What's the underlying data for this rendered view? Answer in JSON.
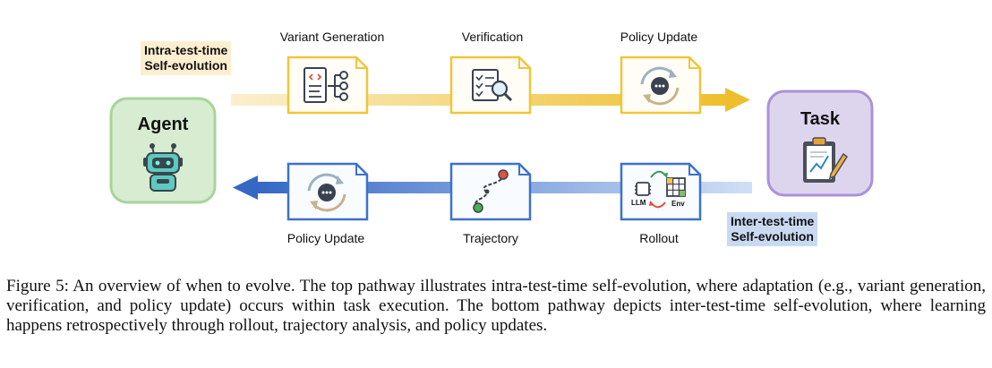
{
  "top_pathway": {
    "label_line1": "Intra-test-time",
    "label_line2": "Self-evolution",
    "steps": [
      "Variant Generation",
      "Verification",
      "Policy Update"
    ],
    "color": "#f0c53a",
    "tag_bg": "#fdeed0"
  },
  "bottom_pathway": {
    "label_line1": "Inter-test-time",
    "label_line2": "Self-evolution",
    "steps": [
      "Policy Update",
      "Trajectory",
      "Rollout"
    ],
    "color": "#3d72c9",
    "tag_bg": "#c9d9f2"
  },
  "agent": {
    "title": "Agent",
    "icon": "robot-icon",
    "color": "#d5ebcf",
    "border": "#9fd091"
  },
  "task": {
    "title": "Task",
    "icon": "clipboard-chart-icon",
    "color": "#ddd4ec",
    "border": "#a98fd6"
  },
  "icons": {
    "variant": "code-branch-icon",
    "verification": "checklist-magnifier-icon",
    "policy": "gear-cycle-icon",
    "trajectory": "path-icon",
    "rollout": "llm-env-icon"
  },
  "rollout_icon_text": {
    "llm": "LLM",
    "env": "Env"
  },
  "caption": "Figure 5: An overview of when to evolve. The top pathway illustrates intra-test-time self-evolution, where adaptation (e.g., variant generation, verification, and policy update) occurs within task execution. The bottom pathway depicts inter-test-time self-evolution, where learning happens retrospectively through rollout, trajectory analysis, and policy updates."
}
